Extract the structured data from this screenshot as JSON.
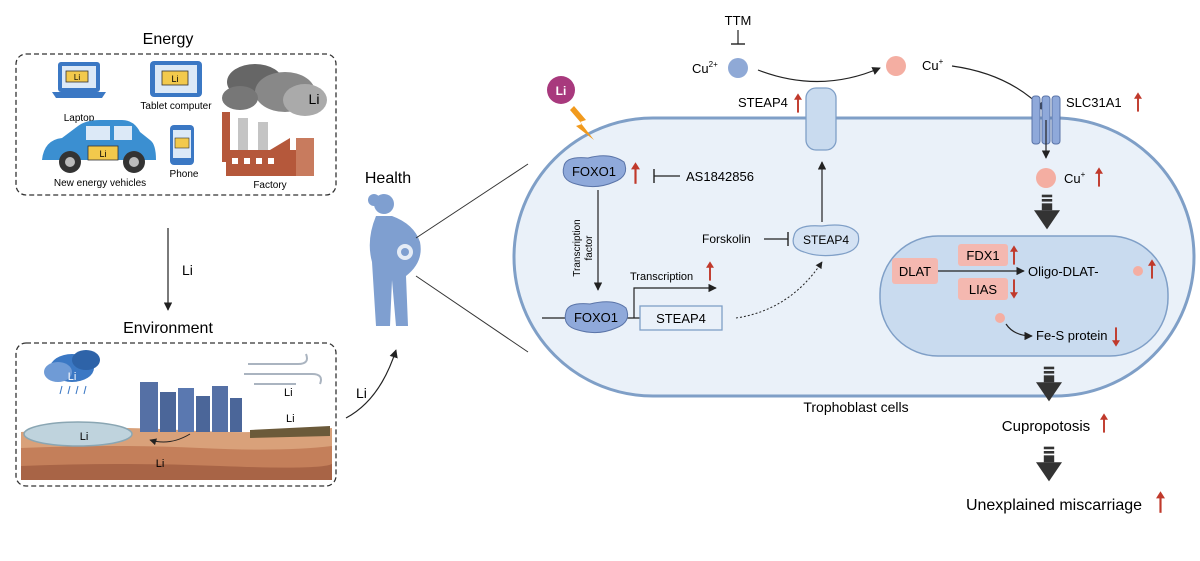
{
  "energy": {
    "title": "Energy",
    "items": {
      "laptop": "Laptop",
      "tablet": "Tablet computer",
      "vehicle": "New energy vehicles",
      "phone": "Phone",
      "factory": "Factory"
    },
    "battery_label": "Li",
    "smoke_label": "Li"
  },
  "arrow_li": "Li",
  "environment": {
    "title": "Environment",
    "cloud_label": "Li",
    "wind_label": "Li",
    "lake_label": "Li",
    "ground_label": "Li",
    "field_label": "Li"
  },
  "env_to_health": "Li",
  "health": {
    "label": "Health"
  },
  "cell": {
    "lithium_badge": "Li",
    "foxo1": "FOXO1",
    "inhibitor": "AS1842856",
    "transcription_factor_1": "Transcription",
    "transcription_factor_2": "factor",
    "foxo1_dna": "FOXO1",
    "transcription": "Transcription",
    "steap4_gene": "STEAP4",
    "forskolin": "Forskolin",
    "steap4_protein": "STEAP4",
    "steap4_membrane": "STEAP4",
    "cells_label": "Trophoblast cells",
    "slc31a1": "SLC31A1",
    "cu_plus_base": "Cu",
    "cu_plus_sup": "+",
    "mito": {
      "dlat": "DLAT",
      "fdx1": "FDX1",
      "lias": "LIAS",
      "oligo": "Oligo-DLAT-",
      "fes": "Fe-S protein"
    }
  },
  "copper": {
    "ttm": "TTM",
    "cu2_base": "Cu",
    "cu2_sup": "2+",
    "cu1_base": "Cu",
    "cu1_sup": "+"
  },
  "outcomes": {
    "cuproptosis": "Cupropotosis",
    "miscarriage": "Unexplained miscarriage"
  },
  "colors": {
    "up_arrow": "#c0392b",
    "cell_fill": "#eaf1f9",
    "cell_stroke": "#7f9fc7",
    "mito_fill": "#c9dbef",
    "protein_fill": "#8fa9da",
    "pink_box": "#f4b8b0",
    "lithium_badge": "#a8397d",
    "lightning": "#f19a1d",
    "cu2_dot": "#8fa9d6",
    "cu1_dot": "#f4aea2"
  }
}
